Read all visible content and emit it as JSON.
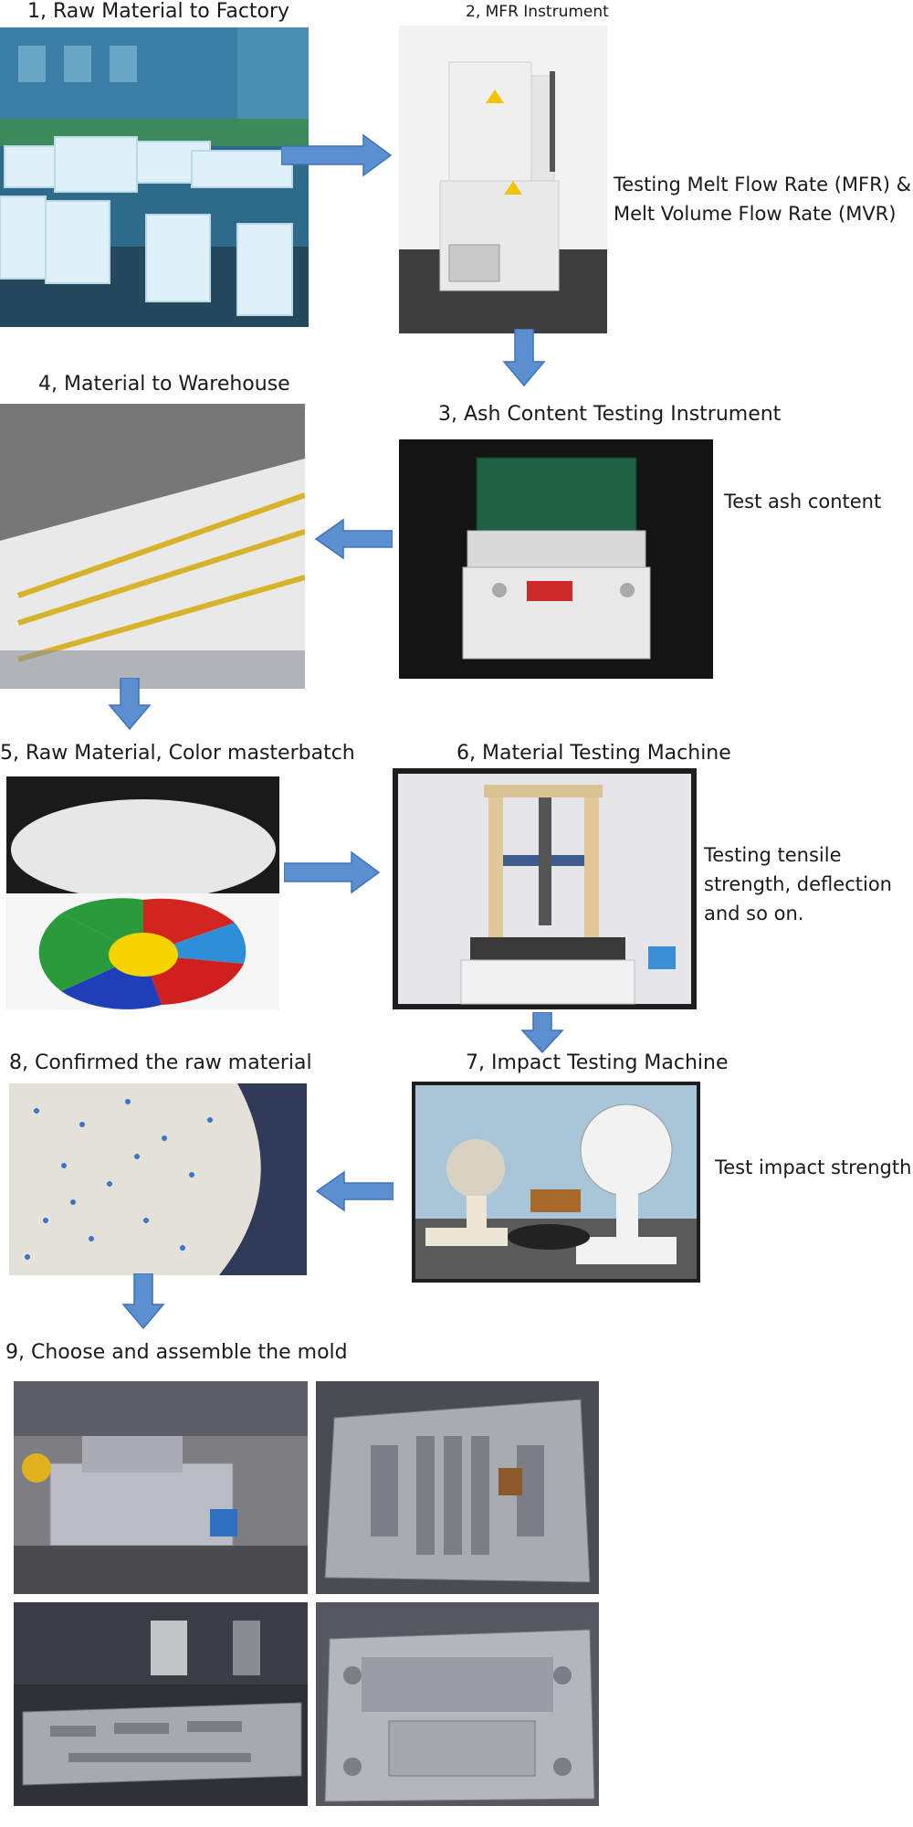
{
  "steps": [
    {
      "title": "1, Raw Material to Factory"
    },
    {
      "title": "2, MFR Instrument",
      "desc_line1": "Testing Melt Flow Rate (MFR) &",
      "desc_line2": "Melt Volume Flow Rate (MVR)"
    },
    {
      "title": "3, Ash Content Testing Instrument",
      "desc": "Test ash content"
    },
    {
      "title": "4, Material to Warehouse"
    },
    {
      "title": "5, Raw Material, Color masterbatch"
    },
    {
      "title": "6, Material Testing Machine",
      "desc_line1": "Testing tensile",
      "desc_line2": "strength, deflection",
      "desc_line3": "and so on."
    },
    {
      "title": "7, Impact Testing Machine",
      "desc": "Test impact strength"
    },
    {
      "title": "8, Confirmed the raw material"
    },
    {
      "title": "9, Choose and  assemble the mold"
    }
  ],
  "colors": {
    "arrow": "#5b8fd0",
    "arrow_outline": "#3f73b8",
    "text": "#1a1a1a"
  },
  "icons": [
    "arrow-right-icon",
    "arrow-down-icon",
    "arrow-left-icon"
  ]
}
